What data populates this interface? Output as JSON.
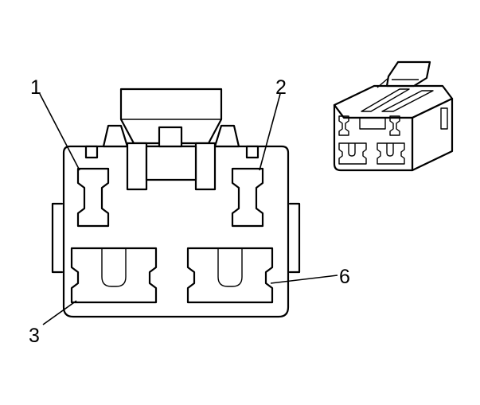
{
  "diagram": {
    "pin_labels": {
      "pin1": "1",
      "pin2": "2",
      "pin3": "3",
      "pin6": "6"
    }
  }
}
